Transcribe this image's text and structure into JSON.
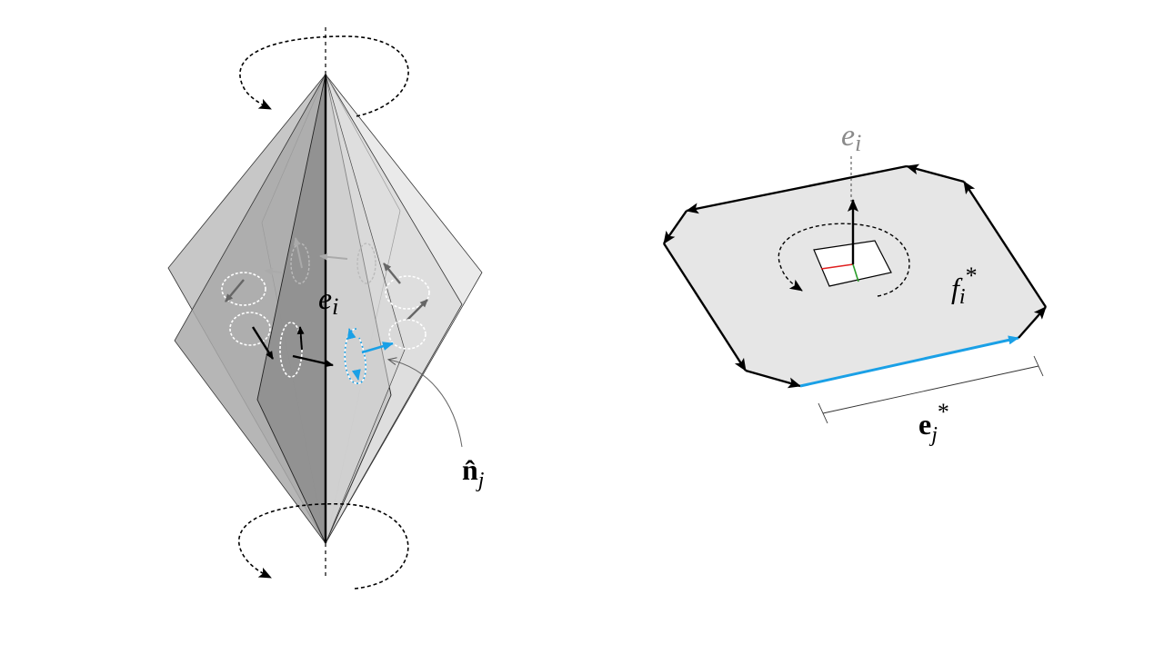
{
  "colors": {
    "highlight": "#1aa0e6",
    "panel_fill": "#e6e6e6",
    "face_dark": "#8c8c8c",
    "face_mid": "#b0b0b0",
    "face_light": "#d2d2d2",
    "face_lightest": "#e8e8e8",
    "red_axis": "#e02020",
    "green_axis": "#2a9d2a",
    "grey_label": "#8a8a8a"
  },
  "icons": {
    "top_rotation": "dashed-rotation-arrow-icon",
    "bottom_rotation": "dashed-rotation-arrow-icon",
    "center_rotation": "dashed-rotation-arrow-icon",
    "normal_arrows": "arrow-icon"
  },
  "left": {
    "edge_label_base": "e",
    "edge_label_sub": "i",
    "normal_label_base": "n̂",
    "normal_label_sub": "j"
  },
  "right": {
    "edge_label_base": "e",
    "edge_label_sub": "i",
    "face_label_base": "f",
    "face_label_sub": "i",
    "face_label_sup": "*",
    "dual_edge_label_base": "e",
    "dual_edge_label_sub": "j",
    "dual_edge_label_sup": "*"
  }
}
